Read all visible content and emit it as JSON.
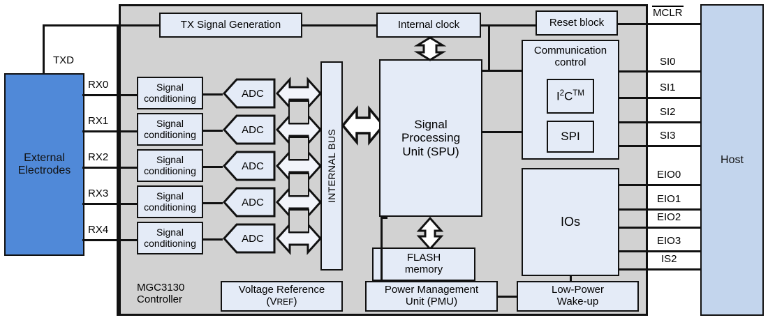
{
  "diagram": {
    "title": "MGC3130 Controller block diagram",
    "colors": {
      "mcu_background": "#d2d2d2",
      "block_fill": "#e4ebf7",
      "electrodes_fill": "#5089d8",
      "host_fill": "#c3d5ed",
      "stroke": "#111111",
      "page_background": "#ffffff"
    }
  },
  "external": {
    "electrodes_label": "External\nElectrodes",
    "electrodes_line1": "External",
    "electrodes_line2": "Electrodes",
    "host_label": "Host"
  },
  "mcu": {
    "name_line1": "MGC3130",
    "name_line2": "Controller"
  },
  "blocks": {
    "tx_signal_generation": "TX Signal Generation",
    "internal_clock": "Internal clock",
    "reset_block": "Reset block",
    "communication_control_line1": "Communication",
    "communication_control_line2": "control",
    "i2c_base": "I",
    "i2c_superscript_2": "2",
    "i2c_c": "C",
    "i2c_tm": "TM",
    "spi": "SPI",
    "ios": "IOs",
    "spu_line1": "Signal",
    "spu_line2": "Processing",
    "spu_line3": "Unit (SPU)",
    "flash_line1": "FLASH",
    "flash_line2": "memory",
    "internal_bus": "INTERNAL BUS",
    "voltage_reference_line1": "Voltage Reference",
    "voltage_reference_line2_open": "(V",
    "voltage_reference_line2_ref": "REF",
    "voltage_reference_line2_close": ")",
    "power_management_line1": "Power Management",
    "power_management_line2": "Unit (PMU)",
    "low_power_line1": "Low-Power",
    "low_power_line2": "Wake-up",
    "signal_conditioning_line1": "Signal",
    "signal_conditioning_line2": "conditioning",
    "adc": "ADC"
  },
  "signal_conditioning_chain": [
    {
      "id": "chain0",
      "sc_line1": "Signal",
      "sc_line2": "conditioning",
      "adc": "ADC"
    },
    {
      "id": "chain1",
      "sc_line1": "Signal",
      "sc_line2": "conditioning",
      "adc": "ADC"
    },
    {
      "id": "chain2",
      "sc_line1": "Signal",
      "sc_line2": "conditioning",
      "adc": "ADC"
    },
    {
      "id": "chain3",
      "sc_line1": "Signal",
      "sc_line2": "conditioning",
      "adc": "ADC"
    },
    {
      "id": "chain4",
      "sc_line1": "Signal",
      "sc_line2": "conditioning",
      "adc": "ADC"
    }
  ],
  "pins": {
    "left": [
      {
        "name": "TXD",
        "overline": false
      },
      {
        "name": "RX0",
        "overline": false
      },
      {
        "name": "RX1",
        "overline": false
      },
      {
        "name": "RX2",
        "overline": false
      },
      {
        "name": "RX3",
        "overline": false
      },
      {
        "name": "RX4",
        "overline": false
      }
    ],
    "right": [
      {
        "name": "MCLR",
        "overline": true
      },
      {
        "name": "SI0",
        "overline": false
      },
      {
        "name": "SI1",
        "overline": false
      },
      {
        "name": "SI2",
        "overline": false
      },
      {
        "name": "SI3",
        "overline": false
      },
      {
        "name": "EIO0",
        "overline": false
      },
      {
        "name": "EIO1",
        "overline": false
      },
      {
        "name": "EIO2",
        "overline": false
      },
      {
        "name": "EIO3",
        "overline": false
      },
      {
        "name": "IS2",
        "overline": false
      }
    ]
  }
}
